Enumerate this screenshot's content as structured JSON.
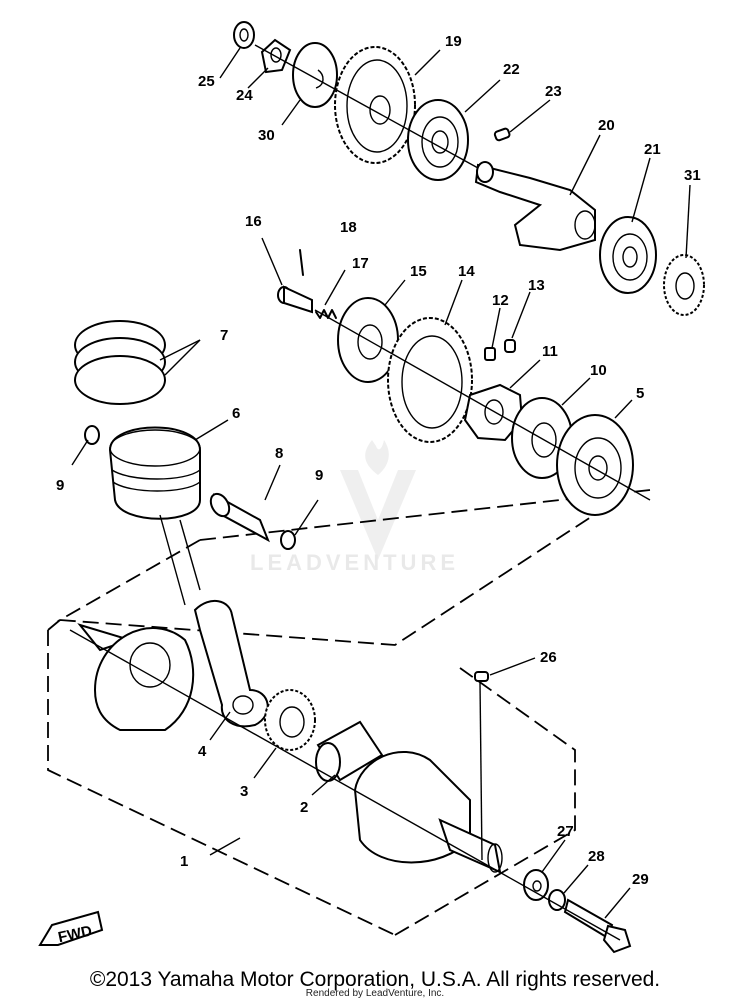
{
  "callouts": [
    {
      "num": "1"
    },
    {
      "num": "2"
    },
    {
      "num": "3"
    },
    {
      "num": "4"
    },
    {
      "num": "5"
    },
    {
      "num": "6"
    },
    {
      "num": "7"
    },
    {
      "num": "8"
    },
    {
      "num": "9"
    },
    {
      "num": "9"
    },
    {
      "num": "10"
    },
    {
      "num": "11"
    },
    {
      "num": "12"
    },
    {
      "num": "13"
    },
    {
      "num": "14"
    },
    {
      "num": "15"
    },
    {
      "num": "16"
    },
    {
      "num": "17"
    },
    {
      "num": "18"
    },
    {
      "num": "19"
    },
    {
      "num": "20"
    },
    {
      "num": "21"
    },
    {
      "num": "22"
    },
    {
      "num": "23"
    },
    {
      "num": "24"
    },
    {
      "num": "25"
    },
    {
      "num": "26"
    },
    {
      "num": "27"
    },
    {
      "num": "28"
    },
    {
      "num": "29"
    },
    {
      "num": "30"
    },
    {
      "num": "31"
    }
  ],
  "fwd_label": "FWD",
  "watermark": "LEADVENTURE",
  "copyright": "©2013 Yamaha Motor Corporation, U.S.A. All rights reserved.",
  "rendered_by": "Rendered by LeadVenture, Inc."
}
